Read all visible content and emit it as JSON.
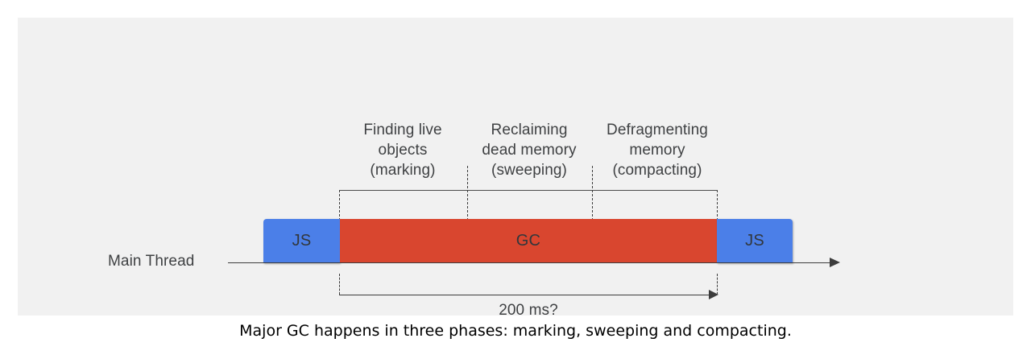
{
  "slide": {
    "background_color": "#f1f1f1",
    "phases": [
      {
        "name": "marking",
        "label": "Finding live\nobjects\n(marking)"
      },
      {
        "name": "sweeping",
        "label": "Reclaiming\ndead memory\n(sweeping)"
      },
      {
        "name": "compacting",
        "label": "Defragmenting\nmemory\n(compacting)"
      }
    ],
    "timeline": {
      "axis_label": "Main Thread",
      "blocks": [
        {
          "name": "js-left",
          "label": "JS",
          "color": "#4b7fe8"
        },
        {
          "name": "gc",
          "label": "GC",
          "color": "#d9462f"
        },
        {
          "name": "js-right",
          "label": "JS",
          "color": "#4b7fe8"
        }
      ],
      "duration_label": "200 ms?"
    }
  },
  "caption": "Major GC happens in three phases: marking, sweeping and compacting."
}
